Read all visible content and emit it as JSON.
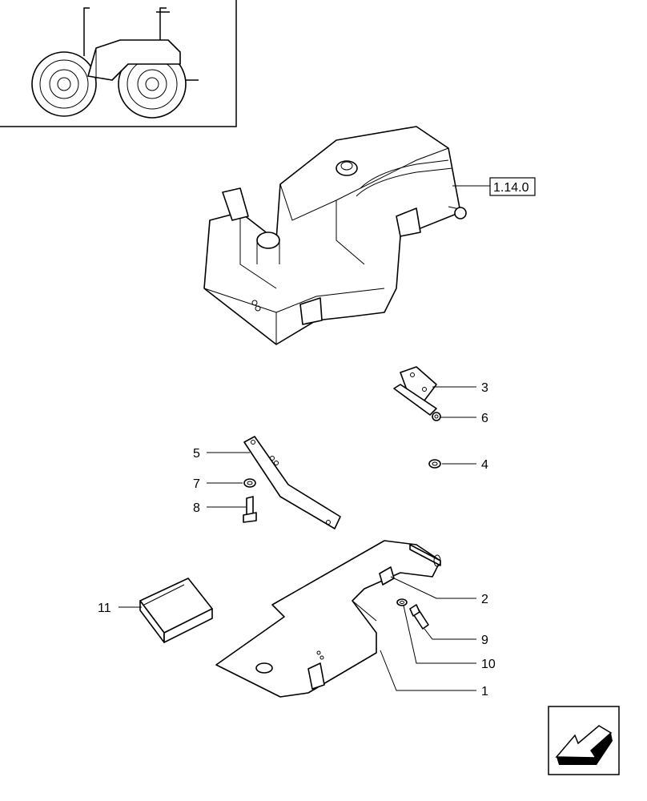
{
  "reference": {
    "label": "1.14.0"
  },
  "callouts": [
    {
      "id": "1",
      "text": "1"
    },
    {
      "id": "2",
      "text": "2"
    },
    {
      "id": "3",
      "text": "3"
    },
    {
      "id": "4",
      "text": "4"
    },
    {
      "id": "5",
      "text": "5"
    },
    {
      "id": "6",
      "text": "6"
    },
    {
      "id": "7",
      "text": "7"
    },
    {
      "id": "8",
      "text": "8"
    },
    {
      "id": "9",
      "text": "9"
    },
    {
      "id": "10",
      "text": "10"
    },
    {
      "id": "11",
      "text": "11"
    }
  ],
  "icons": {
    "thumbnail": "tractor-thumbnail-icon",
    "navigation": "previous-page-arrow-icon"
  }
}
